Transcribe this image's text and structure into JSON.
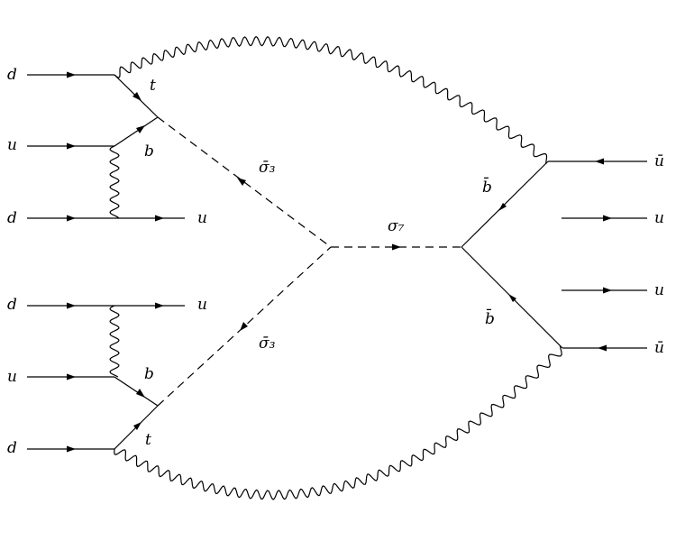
{
  "labels": {
    "in_d1": "d",
    "in_u1": "u",
    "in_d2": "d",
    "out_u1": "u",
    "t_top": "t",
    "b_top": "b",
    "sigma3_top": "σ̄₃",
    "in_d3": "d",
    "out_u2": "u",
    "in_u2": "u",
    "b_bottom": "b",
    "in_d4": "d",
    "t_bottom": "t",
    "sigma3_bottom": "σ̄₃",
    "sigma7": "σ₇",
    "bbar_top": "b̄",
    "bbar_bottom": "b̄",
    "out_ubar1": "ū",
    "out_u3": "u",
    "out_u4": "u",
    "out_ubar2": "ū"
  }
}
